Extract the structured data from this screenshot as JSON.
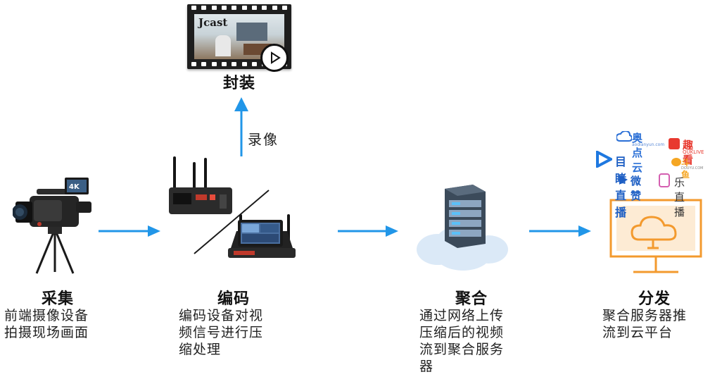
{
  "stages": [
    {
      "title": "采集",
      "desc_lines": [
        "前端摄像设备",
        "拍摄现场画面"
      ]
    },
    {
      "title": "编码",
      "desc_lines": [
        "编码设备对视",
        "频信号进行压",
        "缩处理"
      ]
    },
    {
      "title": "聚合",
      "desc_lines": [
        "通过网络上传",
        "压缩后的视频",
        "流到聚合服务",
        "器"
      ]
    },
    {
      "title": "分发",
      "desc_lines": [
        "聚合服务器推",
        "流到云平台"
      ]
    }
  ],
  "package": {
    "title": "封装",
    "record_label": "录像",
    "film_logo": "Jcast"
  },
  "camera": {
    "badge": "4K"
  },
  "platforms": {
    "aodianyun": "奥点云",
    "aodianyun_sub": "aodianyun.com",
    "qukan": "趣看",
    "qukan_sub": "QUKLIVE",
    "mudu": "目睹直播",
    "douyu": "斗鱼",
    "douyu_sub": "DOUYU.COM",
    "weizan": "微赞",
    "lezhibo": "乐直播"
  },
  "colors": {
    "arrow": "#2196e8",
    "monitor": "#f39a2e",
    "accent_blue": "#2a6fd6",
    "qukan_red": "#e8392f"
  }
}
